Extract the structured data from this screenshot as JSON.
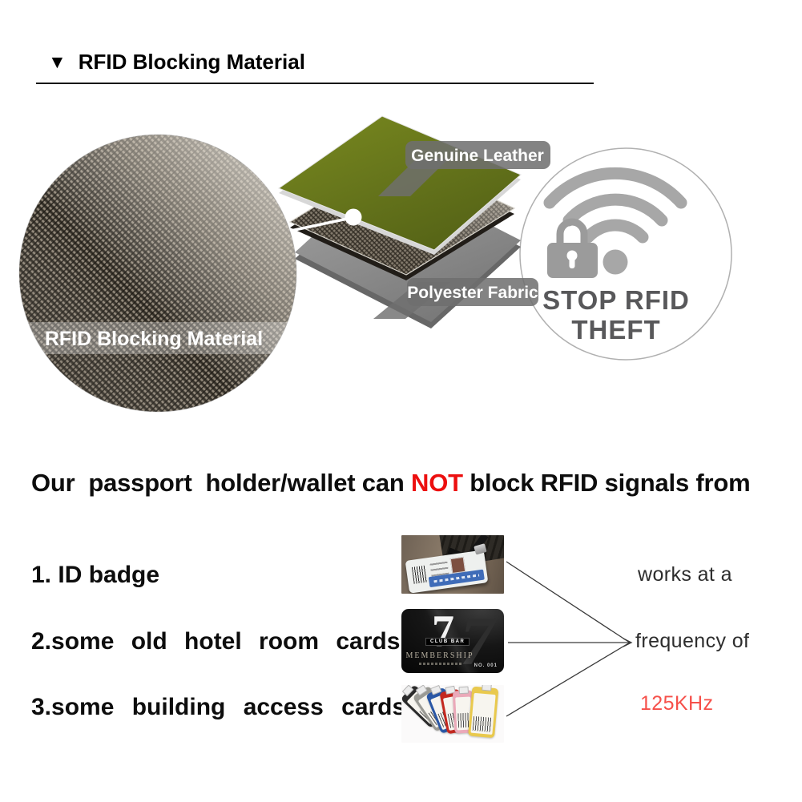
{
  "header": {
    "marker": "▼",
    "title": "RFID Blocking Material"
  },
  "diagram": {
    "labels": {
      "top_layer": "Genuine Leather",
      "bottom_layer": "Polyester Fabric",
      "circle_layer": "RFID Blocking Material"
    },
    "colors": {
      "leather_green": "#6d7c1e",
      "shielding_fabric": "#847b6d",
      "polyester_gray": "#8f8f8f",
      "label_bg_gray": "#6f6f6f"
    }
  },
  "stop_badge": {
    "line1": "STOP RFID",
    "line2": "THEFT",
    "text_color": "#58585a",
    "icon_gray": "#a7a7a7"
  },
  "statement": {
    "prefix": "Our  passport  holder/wallet can ",
    "highlight": "NOT",
    "suffix": " block RFID signals from",
    "highlight_color": "#ec0f0f"
  },
  "items": [
    {
      "label": "1. ID badge"
    },
    {
      "label": "2.some old hotel room cards"
    },
    {
      "label": "3.some building access cards"
    }
  ],
  "club_card": {
    "big_digit": "7",
    "club": "CLUB BAR",
    "membership": "MEMBERSHIP",
    "number": "NO. 001"
  },
  "frequency_note": {
    "line1": "works at a",
    "line2": "frequency of",
    "value": "125KHz",
    "value_color": "#f6504a"
  }
}
